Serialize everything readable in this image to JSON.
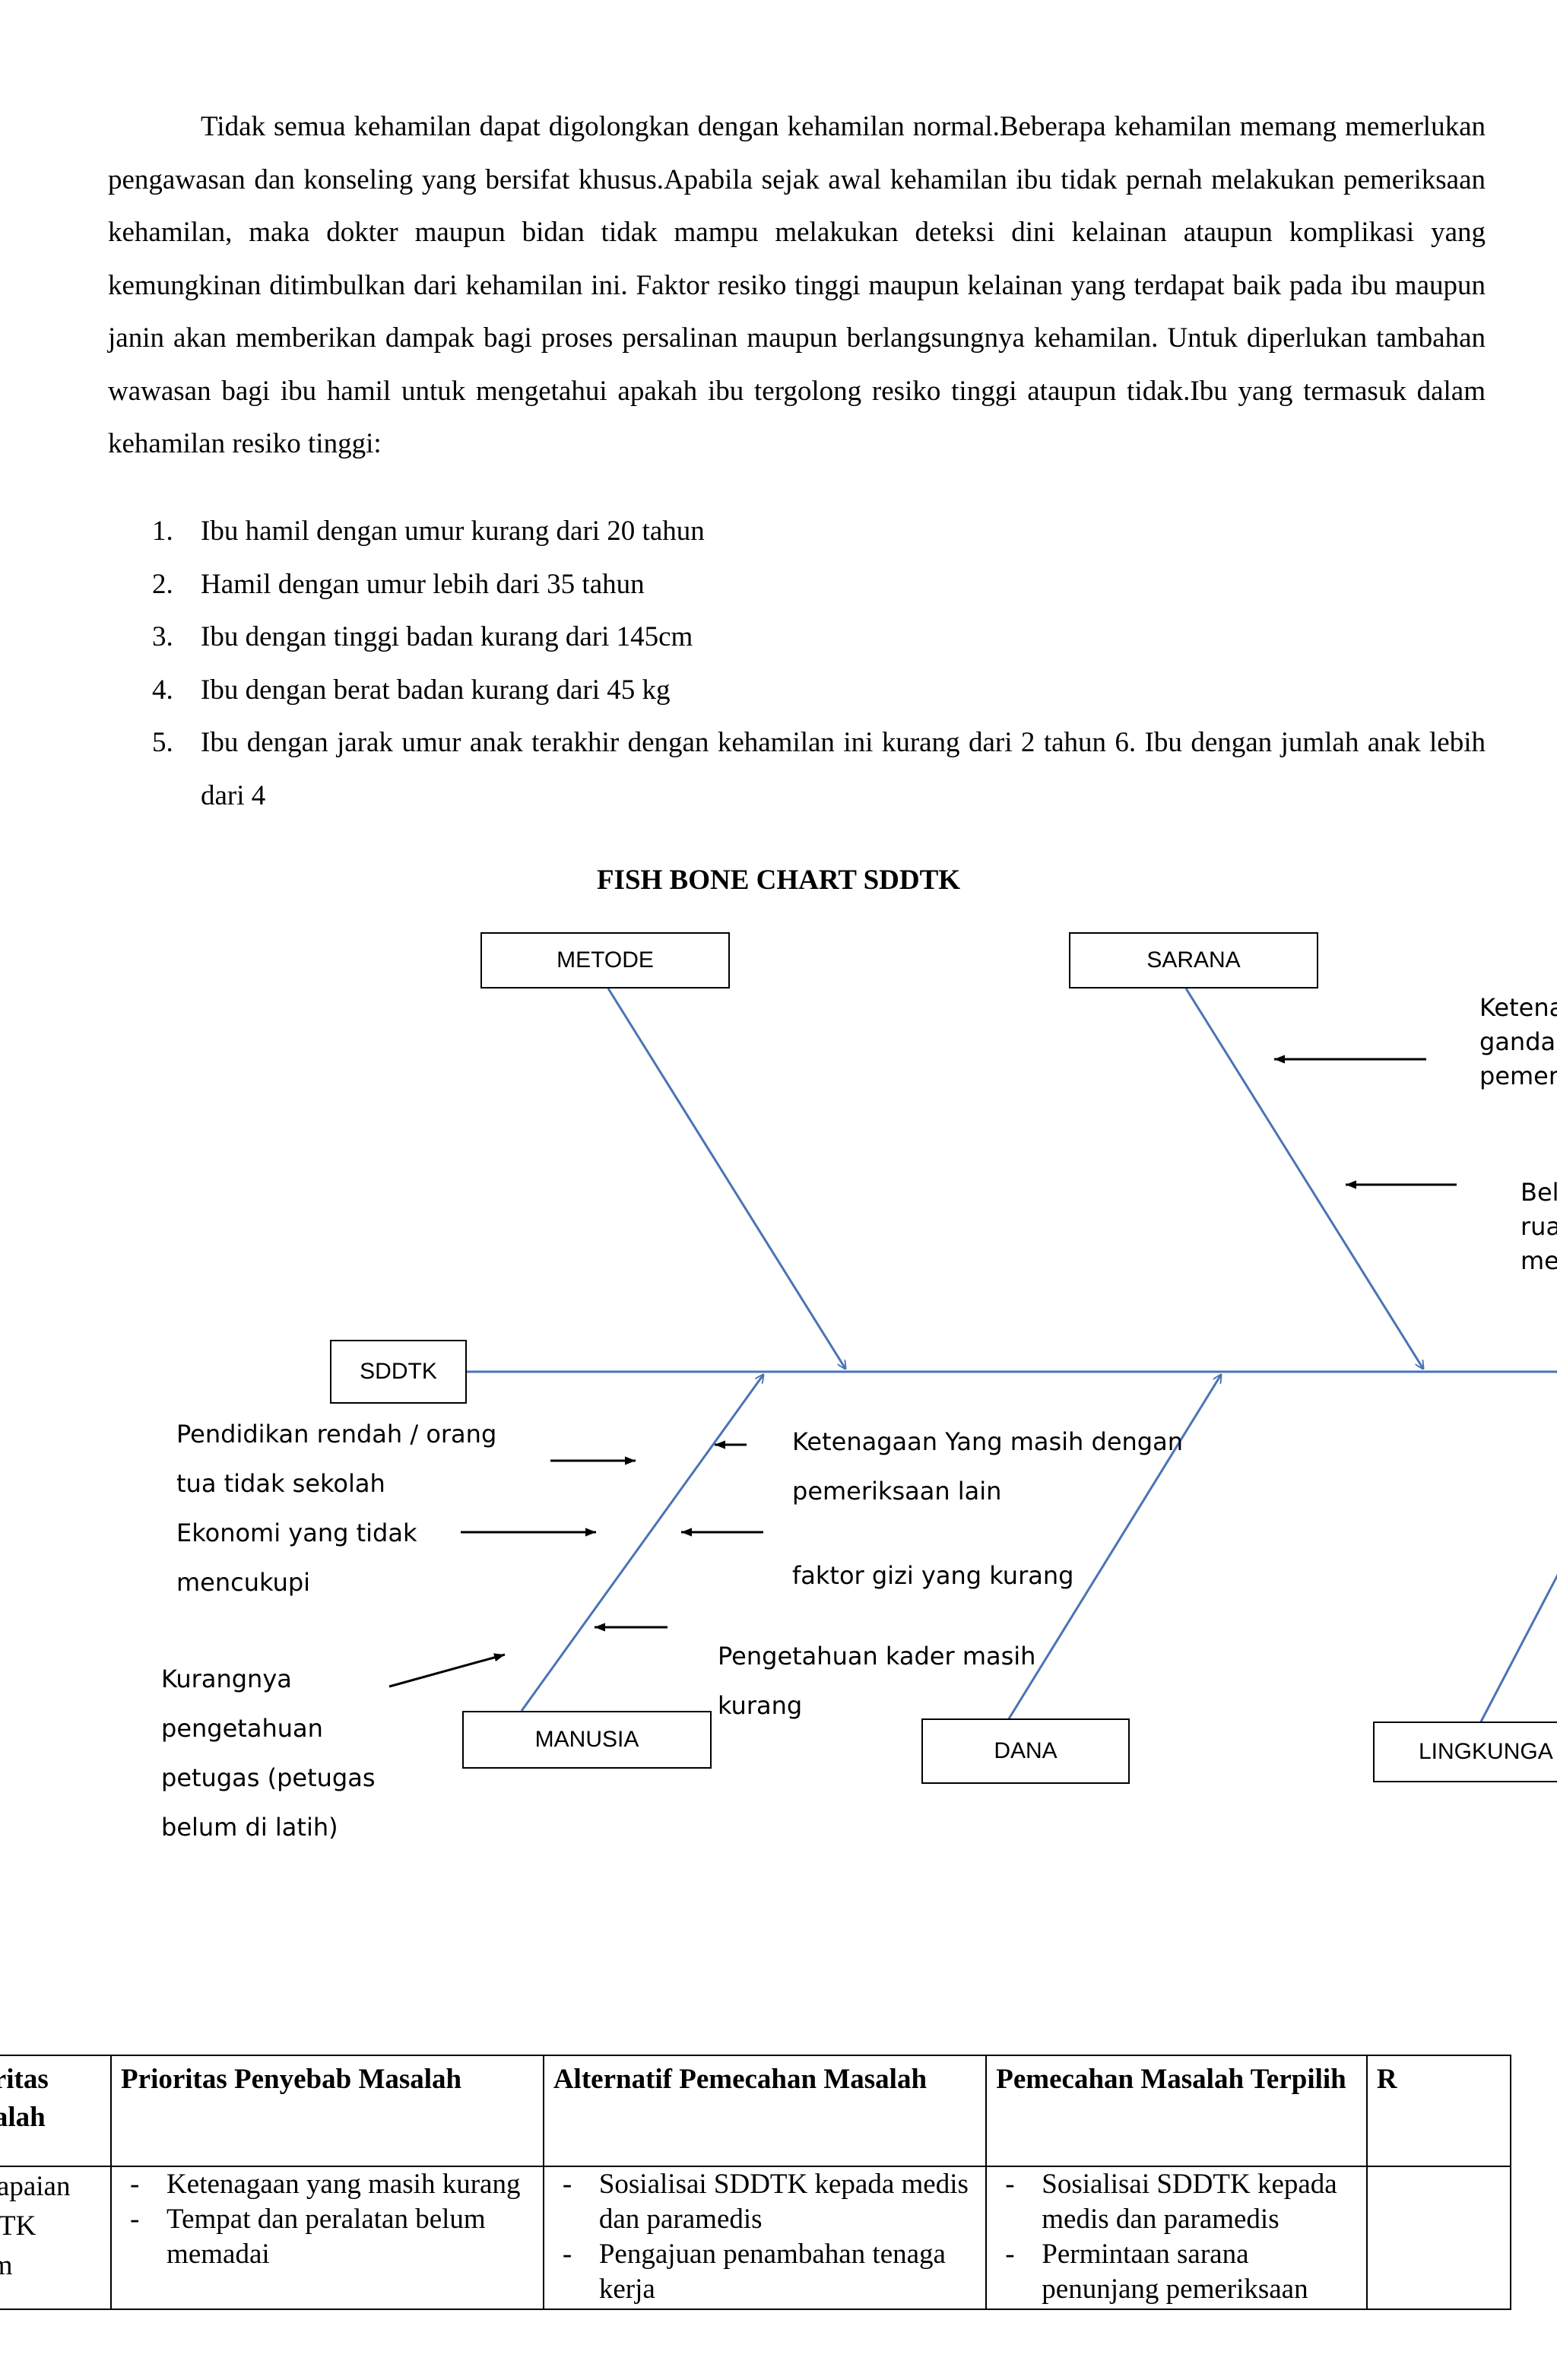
{
  "intro": {
    "paragraph": "Tidak semua kehamilan dapat digolongkan dengan kehamilan normal.Beberapa kehamilan memang memerlukan pengawasan dan konseling yang bersifat khusus.Apabila sejak awal kehamilan ibu tidak pernah melakukan pemeriksaan kehamilan, maka dokter maupun bidan tidak mampu melakukan deteksi dini kelainan ataupun komplikasi yang kemungkinan ditimbulkan dari kehamilan ini. Faktor resiko tinggi maupun kelainan yang terdapat baik pada ibu maupun janin akan memberikan dampak bagi proses persalinan maupun berlangsungnya kehamilan. Untuk diperlukan tambahan wawasan bagi ibu hamil untuk mengetahui apakah ibu tergolong resiko tinggi ataupun tidak.Ibu yang termasuk dalam kehamilan resiko tinggi:",
    "list": [
      {
        "num": "1.",
        "text": "Ibu hamil dengan umur kurang dari 20 tahun"
      },
      {
        "num": "2.",
        "text": "Hamil dengan umur lebih dari 35 tahun"
      },
      {
        "num": "3.",
        "text": "Ibu dengan tinggi badan kurang dari 145cm"
      },
      {
        "num": "4.",
        "text": "Ibu dengan berat badan kurang dari 45 kg"
      },
      {
        "num": "5.",
        "text": "Ibu dengan jarak umur anak terakhir dengan kehamilan ini kurang dari 2 tahun 6. Ibu dengan jumlah anak lebih dari 4"
      }
    ]
  },
  "fishbone": {
    "title": "FISH BONE CHART SDDTK",
    "line_color": "#4a74b4",
    "boxes": {
      "metode": "METODE",
      "sarana": "SARANA",
      "sddtk": "SDDTK",
      "manusia": "MANUSIA",
      "dana": "DANA",
      "lingkungan": "LINGKUNGA"
    },
    "causes": {
      "sarana_1": [
        "Ketena",
        "ganda d",
        "pemeri"
      ],
      "sarana_2": [
        "Bel",
        "rua",
        "me"
      ],
      "manusia_1": [
        "Pendidikan rendah / orang",
        "tua tidak sekolah"
      ],
      "manusia_2": [
        "Ekonomi yang tidak",
        "mencukupi"
      ],
      "manusia_3": [
        "Kurangnya",
        "pengetahuan",
        "petugas (petugas",
        "belum di latih)"
      ],
      "manusia_4": [
        "Ketenagaan Yang masih dengan",
        "pemeriksaan lain"
      ],
      "manusia_5": [
        "faktor gizi yang kurang"
      ],
      "manusia_6": [
        "Pengetahuan kader masih",
        "kurang"
      ]
    }
  },
  "priority_table": {
    "headers": [
      "Prioritas Masalah",
      "Prioritas Penyebab Masalah",
      "Alternatif Pemecahan Masalah",
      "Pemecahan Masalah Terpilih",
      "R"
    ],
    "row": {
      "col1": [
        "Pencapaian",
        "SDDTK",
        "belum"
      ],
      "col2": [
        "Ketenagaan yang masih kurang",
        "Tempat dan peralatan belum memadai"
      ],
      "col3": [
        "Sosialisai SDDTK kepada medis dan paramedis",
        "Pengajuan penambahan tenaga kerja"
      ],
      "col4": [
        "Sosialisai SDDTK kepada medis dan paramedis",
        "Permintaan sarana penunjang pemeriksaan"
      ]
    }
  }
}
